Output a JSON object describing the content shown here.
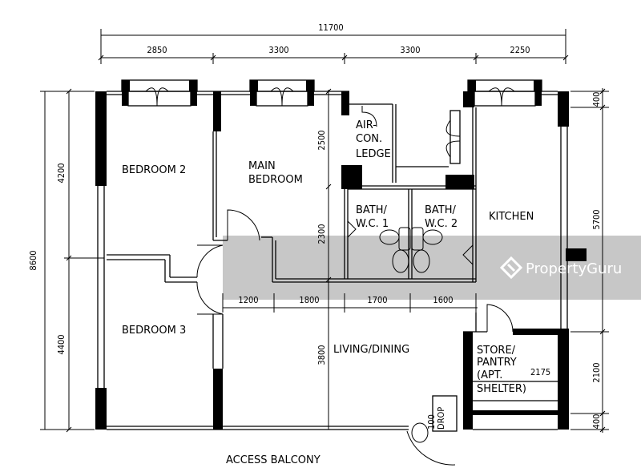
{
  "dimensions": {
    "overall_width": "11700",
    "top": [
      "2850",
      "3300",
      "3300",
      "2250"
    ],
    "left_total": "8600",
    "left": [
      "4200",
      "4400"
    ],
    "right": [
      "400",
      "5700",
      "2100",
      "400"
    ],
    "inner_vertical": [
      "2500",
      "2300",
      "3800"
    ],
    "inner_horizontal": [
      "1200",
      "1800",
      "1700",
      "1600"
    ],
    "store": "2175"
  },
  "rooms": {
    "bedroom2": "BEDROOM 2",
    "main_bedroom": [
      "MAIN",
      "BEDROOM"
    ],
    "aircon": [
      "AIR-",
      "CON.",
      "LEDGE"
    ],
    "bath1": [
      "BATH/",
      "W.C. 1"
    ],
    "bath2": [
      "BATH/",
      "W.C. 2"
    ],
    "kitchen": "KITCHEN",
    "bedroom3": "BEDROOM 3",
    "living": "LIVING/DINING",
    "store": [
      "STORE/",
      "PANTRY",
      "(APT.",
      "SHELTER)"
    ],
    "refuse": [
      "100",
      "DROP"
    ]
  },
  "access_balcony": "ACCESS BALCONY",
  "watermark": "PropertyGuru"
}
